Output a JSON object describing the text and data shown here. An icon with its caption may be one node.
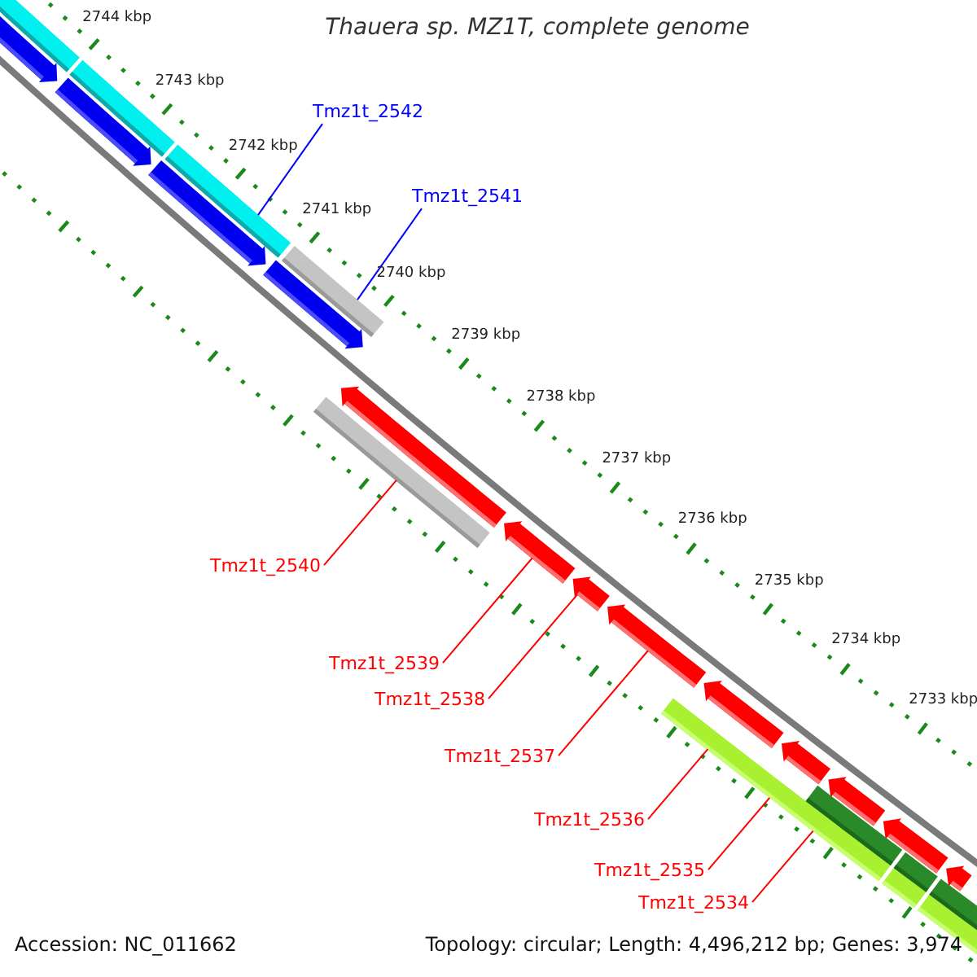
{
  "diagram": {
    "title": "Thauera sp. MZ1T, complete genome",
    "nodes": [
      {
        "text": [
          "Tmz1t_2542"
        ]
      },
      {
        "text": [
          "Tmz1t_2541"
        ]
      },
      {
        "text": [
          "Tmz1t_2540"
        ]
      },
      {
        "text": [
          "Tmz1t_2539"
        ]
      },
      {
        "text": [
          "Tmz1t_2538"
        ]
      },
      {
        "text": [
          "Tmz1t_2537"
        ]
      },
      {
        "text": [
          "Tmz1t_2536"
        ]
      },
      {
        "text": [
          "Tmz1t_2535"
        ]
      },
      {
        "text": [
          "Tmz1t_2534"
        ]
      },
      {
        "text": [],
        "shape": "bar"
      },
      {
        "text": [],
        "shape": "bar"
      },
      {
        "text": [],
        "shape": "bar"
      },
      {
        "text": [],
        "shape": "bar"
      },
      {
        "text": [],
        "shape": "arrow"
      },
      {
        "text": [],
        "shape": "arrow"
      },
      {
        "text": [],
        "shape": "arrow"
      },
      {
        "text": [],
        "shape": "arrow"
      },
      {
        "text": [],
        "shape": "arrow"
      },
      {
        "text": [],
        "shape": "arrow"
      },
      {
        "text": [],
        "shape": "arrow"
      },
      {
        "text": [],
        "shape": "arrow"
      },
      {
        "text": [],
        "shape": "arrow"
      },
      {
        "text": [],
        "shape": "arrow"
      },
      {
        "text": [],
        "shape": "arrow"
      },
      {
        "text": [],
        "shape": "arrow"
      },
      {
        "text": [],
        "shape": "arrow"
      },
      {
        "text": [],
        "shape": "bar"
      },
      {
        "text": [],
        "shape": "bar"
      },
      {
        "text": [],
        "shape": "bar"
      },
      {
        "text": [],
        "shape": "bar"
      },
      {
        "text": [],
        "shape": "bar"
      },
      {
        "text": [],
        "shape": "bar"
      },
      {
        "text": [],
        "shape": "bar"
      }
    ],
    "edges": [
      {
        "from": 0,
        "to": 11,
        "arrow": "none",
        "color": "#0000ff"
      },
      {
        "from": 1,
        "to": 12,
        "arrow": "none",
        "color": "#0000ff"
      },
      {
        "from": 2,
        "to": 26,
        "arrow": "none"
      },
      {
        "from": 3,
        "to": 18,
        "arrow": "none"
      },
      {
        "from": 4,
        "to": 19,
        "arrow": "none"
      },
      {
        "from": 5,
        "to": 20,
        "arrow": "none"
      },
      {
        "from": 6,
        "to": 27,
        "arrow": "none"
      },
      {
        "from": 7,
        "to": 27,
        "arrow": "none"
      },
      {
        "from": 8,
        "to": 27,
        "arrow": "none"
      }
    ],
    "labels": [
      "2744 kbp",
      "2743 kbp",
      "2742 kbp",
      "2741 kbp",
      "2740 kbp",
      "2739 kbp",
      "2738 kbp",
      "2737 kbp",
      "2736 kbp",
      "2735 kbp",
      "2734 kbp",
      "2733 kbp",
      "Accession: NC_011662",
      "Topology: circular; Length: 4,496,212 bp; Genes: 3,974"
    ]
  }
}
